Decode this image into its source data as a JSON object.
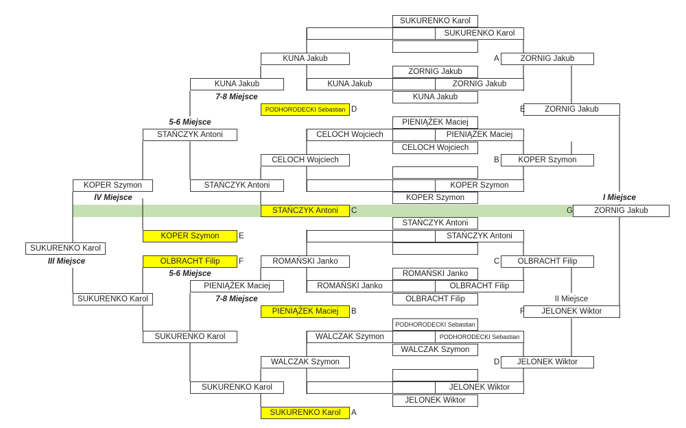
{
  "colors": {
    "winner_highlight": "#ffff00",
    "final_band": "#c6e0b4",
    "line": "#3a3a3a"
  },
  "boxes": [
    "SUKURENKO Karol",
    "",
    "",
    "SUKURENKO Karol",
    "",
    "KUNA Jakub",
    "ZORNIG Jakub",
    "ZORNIG Jakub",
    "KUNA Jakub",
    "KUNA Jakub",
    "",
    "ZORNIG Jakub",
    "KUNA Jakub",
    "PODHORODECKI Sebastian",
    "ZORNIG Jakub",
    "PIENIĄŻEK Maciej",
    "STAŃCZYK Antoni",
    "CELOCH Wojciech",
    "",
    "PIENIĄŻEK Maciej",
    "CELOCH Wojciech",
    "CELOCH Wojciech",
    "KOPER Szymon",
    "",
    "KOPER Szymon",
    "STAŃCZYK Antoni",
    "",
    "",
    "KOPER Szymon",
    "KOPER Szymon",
    "STAŃCZYK Antoni",
    "ZORNIG Jakub",
    "STAŃCZYK Antoni",
    "",
    "",
    "STAŃCZYK Antoni",
    "KOPER Szymon",
    "",
    "SUKURENKO Karol",
    "OLBRACHT Filip",
    "ROMAŃSKI Janko",
    "OLBRACHT Filip",
    "ROMAŃSKI Janko",
    "PIENIĄŻEK Maciej",
    "ROMAŃSKI Janko",
    "",
    "OLBRACHT Filip",
    "SUKURENKO Karol",
    "OLBRACHT Filip",
    "PIENIĄŻEK Maciej",
    "JELONEK Wiktor",
    "PODHORODECKI Sebastian",
    "SUKURENKO Karol",
    "WALCZAK Szymon",
    "",
    "PODHORODECKI Sebastian",
    "WALCZAK Szymon",
    "WALCZAK Szymon",
    "JELONEK Wiktor",
    "",
    "SUKURENKO Karol",
    "",
    "",
    "JELONEK Wiktor",
    "JELONEK Wiktor",
    "SUKURENKO Karol"
  ],
  "letters": [
    "A",
    "D",
    "E",
    "B",
    "C",
    "G",
    "E",
    "F",
    "C",
    "B",
    "F",
    "D",
    "A"
  ],
  "places": [
    "7-8 Miejsce",
    "5-6 Miejsce",
    "IV Miejsce",
    "I Miejsce",
    "III Miejsce",
    "5-6 Miejsce",
    "7-8 Miejsce",
    "II Miejsce"
  ]
}
